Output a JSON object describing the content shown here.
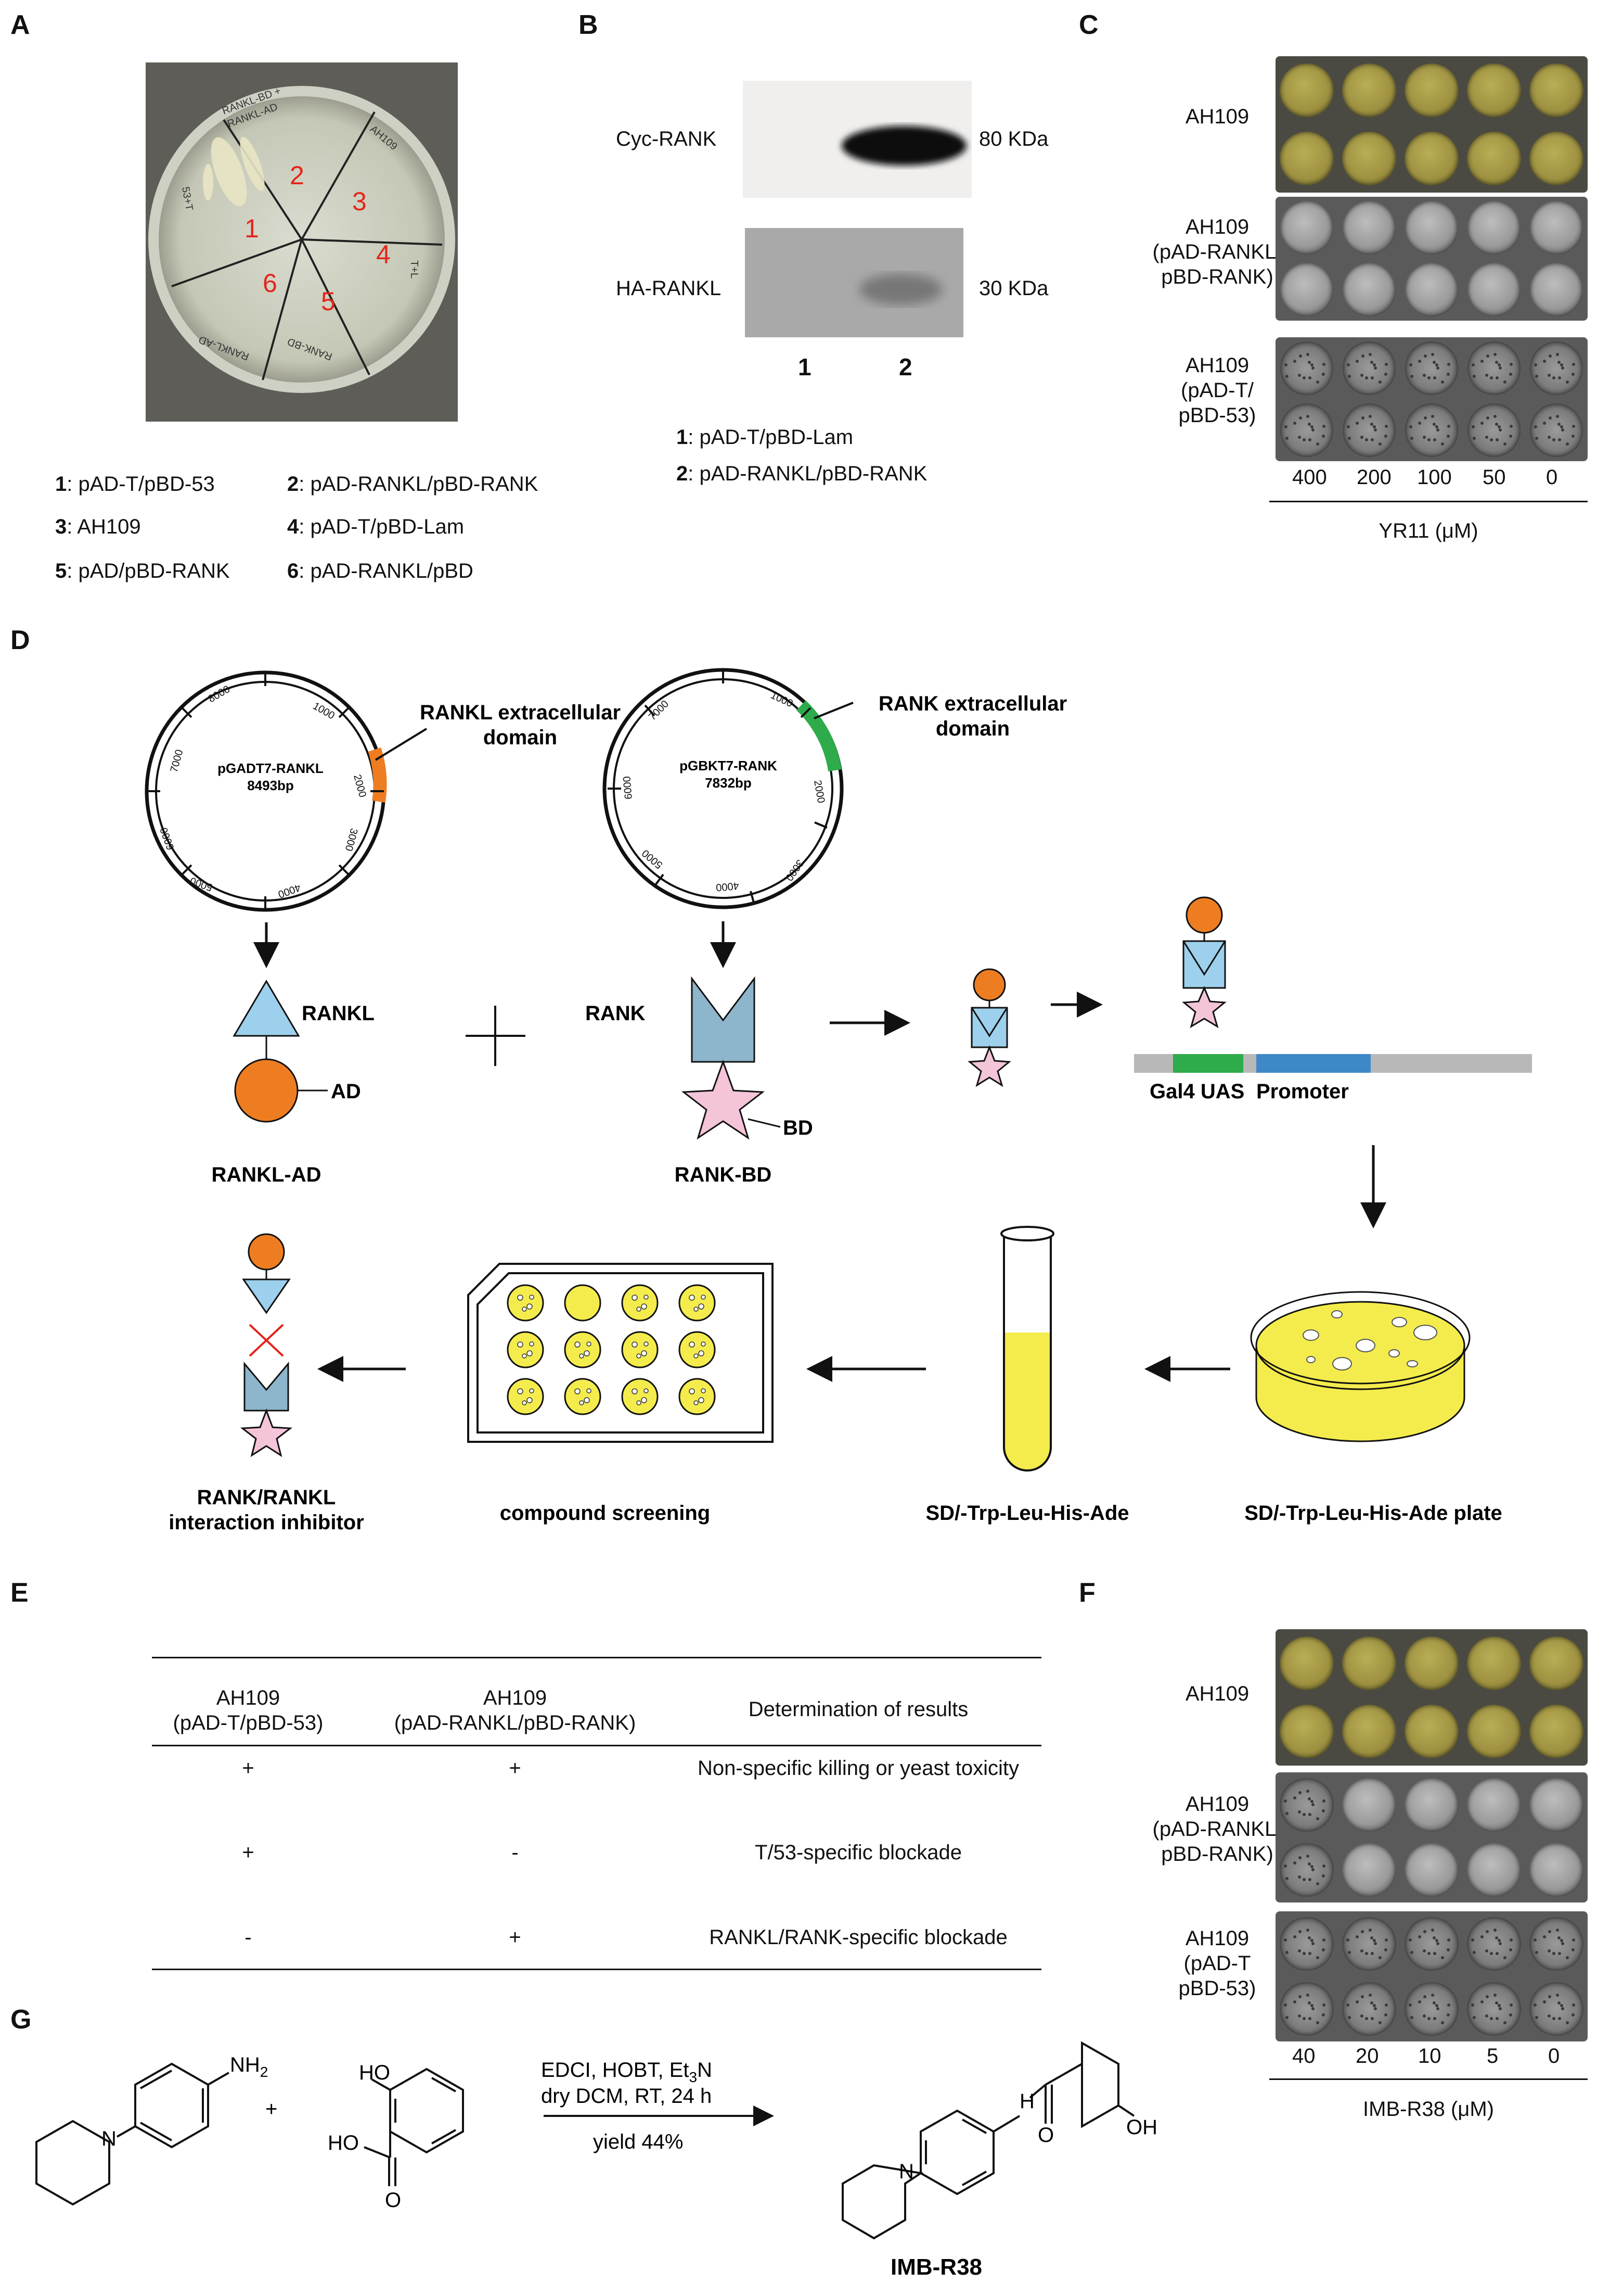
{
  "panels": {
    "A": "A",
    "B": "B",
    "C": "C",
    "D": "D",
    "E": "E",
    "F": "F",
    "G": "G"
  },
  "panel_a": {
    "sector_numbers": [
      "1",
      "2",
      "3",
      "4",
      "5",
      "6"
    ],
    "legend": [
      {
        "num": "1",
        "text": ": pAD-T/pBD-53"
      },
      {
        "num": "2",
        "text": ": pAD-RANKL/pBD-RANK"
      },
      {
        "num": "3",
        "text": ": AH109"
      },
      {
        "num": "4",
        "text": ": pAD-T/pBD-Lam"
      },
      {
        "num": "5",
        "text": ": pAD/pBD-RANK"
      },
      {
        "num": "6",
        "text": ": pAD-RANKL/pBD"
      }
    ]
  },
  "panel_b": {
    "row_labels": [
      "Cyc-RANK",
      "HA-RANKL"
    ],
    "sizes": [
      "80 KDa",
      "30 KDa"
    ],
    "lanes": [
      "1",
      "2"
    ],
    "legend": [
      {
        "num": "1",
        "text": ":  pAD-T/pBD-Lam"
      },
      {
        "num": "2",
        "text": ":  pAD-RANKL/pBD-RANK"
      }
    ]
  },
  "panel_c": {
    "strains": [
      [
        "AH109"
      ],
      [
        "AH109",
        "(pAD-RANKL/",
        "pBD-RANK)"
      ],
      [
        "AH109",
        "(pAD-T/",
        "pBD-53)"
      ]
    ],
    "concentrations": [
      "400",
      "200",
      "100",
      "50",
      "0"
    ],
    "axis_label": "YR11 (μM)"
  },
  "panel_d": {
    "plasmid1": {
      "name": "pGADT7-RANKL",
      "size": "8493bp",
      "ticks": [
        "1000",
        "2000",
        "3000",
        "4000",
        "5000",
        "6000",
        "7000",
        "8000"
      ],
      "feature": "RANKL extracellular",
      "feature2": "domain"
    },
    "plasmid2": {
      "name": "pGBKT7-RANK",
      "size": "7832bp",
      "ticks": [
        "1000",
        "2000",
        "3000",
        "4000",
        "5000",
        "6000",
        "7000"
      ],
      "feature": "RANK extracellular",
      "feature2": "domain"
    },
    "rankl": "RANKL",
    "ad": "AD",
    "rankl_ad": "RANKL-AD",
    "rank": "RANK",
    "bd": "BD",
    "rank_bd": "RANK-BD",
    "gal4": "Gal4 UAS",
    "promoter": "Promoter",
    "sd_plate": "SD/-Trp-Leu-His-Ade plate",
    "sd_tube": "SD/-Trp-Leu-His-Ade",
    "screening": "compound screening",
    "inhibitor1": "RANK/RANKL",
    "inhibitor2": "interaction inhibitor"
  },
  "panel_e": {
    "headers": [
      [
        "AH109",
        "(pAD-T/pBD-53)"
      ],
      [
        "AH109",
        "(pAD-RANKL/pBD-RANK)"
      ],
      [
        "Determination of results"
      ]
    ],
    "rows": [
      [
        "+",
        "+",
        "Non-specific killing or yeast toxicity"
      ],
      [
        "+",
        "-",
        "T/53-specific blockade"
      ],
      [
        "-",
        "+",
        "RANKL/RANK-specific blockade"
      ]
    ]
  },
  "panel_f": {
    "strains": [
      [
        "AH109"
      ],
      [
        "AH109",
        "(pAD-RANKL/",
        "pBD-RANK)"
      ],
      [
        "AH109",
        "(pAD-T",
        "pBD-53)"
      ]
    ],
    "concentrations": [
      "40",
      "20",
      "10",
      "5",
      "0"
    ],
    "axis_label": "IMB-R38 (μM)"
  },
  "panel_g": {
    "nh2": "NH2",
    "n": "N",
    "ho": "HO",
    "o": "O",
    "h": "H",
    "oh": "OH",
    "plus": "+",
    "cond1": "EDCI, HOBT, Et3N",
    "cond2": "dry DCM, RT, 24 h",
    "yield": "yield 44%",
    "product": "IMB-R38"
  },
  "colors": {
    "orange": "#ee7d22",
    "blue": "#9dd0ec",
    "pink": "#f4c4d9",
    "green": "#2eab4a",
    "promoter": "#3f88c8",
    "grey": "#b8b8b8",
    "yellow": "#f4ec4c",
    "red": "#e5231b"
  }
}
